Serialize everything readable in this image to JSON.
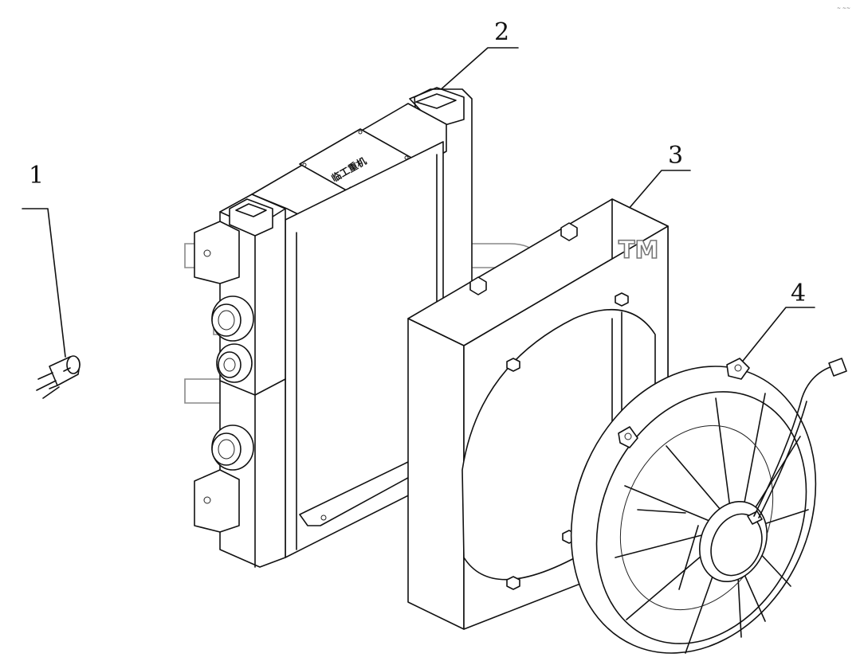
{
  "drawing": {
    "callouts": [
      "1",
      "2",
      "3",
      "4"
    ],
    "nameplate_text": "临工重机",
    "watermark_text": "TM",
    "corner_text": "~ ~~"
  },
  "parts": [
    {
      "id": "1",
      "name": "sensor"
    },
    {
      "id": "2",
      "name": "oil-cooler-radiator"
    },
    {
      "id": "3",
      "name": "fan-shroud"
    },
    {
      "id": "4",
      "name": "electric-fan"
    }
  ]
}
